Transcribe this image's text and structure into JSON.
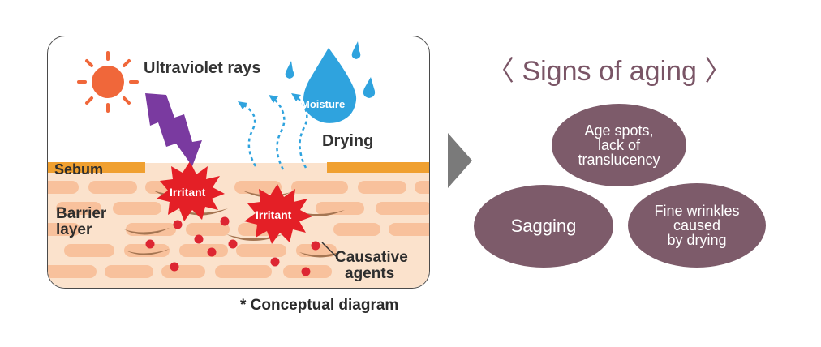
{
  "diagram": {
    "labels": {
      "uv": "Ultraviolet rays",
      "moisture": "Moisture",
      "drying": "Drying",
      "sebum": "Sebum",
      "barrier_line1": "Barrier",
      "barrier_line2": "layer",
      "irritant_1": "Irritant",
      "irritant_2": "Irritant",
      "causative_line1": "Causative",
      "causative_line2": "agents"
    },
    "note": "* Conceptual diagram",
    "colors": {
      "sun": "#f0673a",
      "uv_bolt": "#7a3aa0",
      "water": "#2fa3de",
      "sebum": "#f0a030",
      "skin": "#fbe2cc",
      "cell": "#f8c19c",
      "irritant": "#e41f26",
      "agent_dot": "#dd2632"
    }
  },
  "aging": {
    "title_left_bracket": "〈",
    "title": "Signs of aging",
    "title_right_bracket": "〉",
    "oval_color": "#7d5b6a",
    "ovals": [
      {
        "id": "age-spots",
        "lines": [
          "Age spots,",
          "lack of",
          "translucency"
        ]
      },
      {
        "id": "sagging",
        "lines": [
          "Sagging"
        ]
      },
      {
        "id": "fine-wrinkles",
        "lines": [
          "Fine wrinkles",
          "caused",
          "by drying"
        ]
      }
    ]
  }
}
